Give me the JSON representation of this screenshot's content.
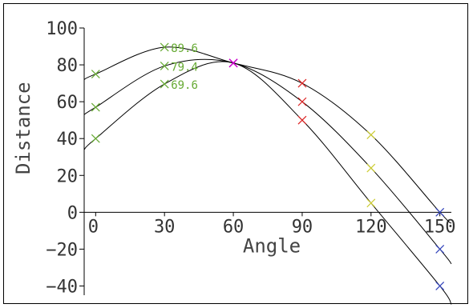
{
  "chart_data": {
    "type": "line",
    "title": "",
    "xlabel": "Angle",
    "ylabel": "Distance",
    "xlim": [
      -5,
      155
    ],
    "ylim": [
      -45,
      100
    ],
    "xticks": [
      0,
      30,
      60,
      90,
      120,
      150
    ],
    "yticks": [
      -40,
      -20,
      0,
      20,
      40,
      60,
      80,
      100
    ],
    "grid": false,
    "colors": {
      "curve": "#000000",
      "annotation": "#66aa33",
      "vertex_marker": "#cc00cc",
      "marker_90": "#dd2222",
      "marker_120": "#cccc33",
      "marker_150": "#3344bb",
      "axis": "#000000"
    },
    "series": [
      {
        "x": [
          -5,
          0,
          30,
          60,
          90,
          120,
          150,
          155
        ],
        "y": [
          72,
          75,
          89.6,
          81,
          70,
          42,
          0,
          -6
        ],
        "markers": [
          {
            "x": 0,
            "y": 75,
            "color_key": "annotation"
          },
          {
            "x": 30,
            "y": 89.6,
            "color_key": "annotation",
            "label": "89.6"
          },
          {
            "x": 60,
            "y": 81,
            "color_key": "vertex_marker"
          },
          {
            "x": 90,
            "y": 70,
            "color_key": "marker_90"
          },
          {
            "x": 120,
            "y": 42,
            "color_key": "marker_120"
          },
          {
            "x": 150,
            "y": 0,
            "color_key": "marker_150"
          }
        ]
      },
      {
        "x": [
          -5,
          0,
          30,
          60,
          90,
          120,
          150,
          155
        ],
        "y": [
          53,
          57,
          79.4,
          81,
          60,
          24,
          -20,
          -28
        ],
        "markers": [
          {
            "x": 0,
            "y": 57,
            "color_key": "annotation"
          },
          {
            "x": 30,
            "y": 79.4,
            "color_key": "annotation",
            "label": "79.4"
          },
          {
            "x": 60,
            "y": 81,
            "color_key": "vertex_marker"
          },
          {
            "x": 90,
            "y": 60,
            "color_key": "marker_90"
          },
          {
            "x": 120,
            "y": 24,
            "color_key": "marker_120"
          },
          {
            "x": 150,
            "y": -20,
            "color_key": "marker_150"
          }
        ]
      },
      {
        "x": [
          -5,
          0,
          30,
          60,
          90,
          120,
          150,
          155
        ],
        "y": [
          34,
          40,
          69.6,
          81,
          50,
          5,
          -40,
          -50
        ],
        "markers": [
          {
            "x": 0,
            "y": 40,
            "color_key": "annotation"
          },
          {
            "x": 30,
            "y": 69.6,
            "color_key": "annotation",
            "label": "69.6"
          },
          {
            "x": 60,
            "y": 81,
            "color_key": "vertex_marker"
          },
          {
            "x": 90,
            "y": 50,
            "color_key": "marker_90"
          },
          {
            "x": 120,
            "y": 5,
            "color_key": "marker_120"
          },
          {
            "x": 150,
            "y": -40,
            "color_key": "marker_150"
          }
        ]
      }
    ]
  }
}
